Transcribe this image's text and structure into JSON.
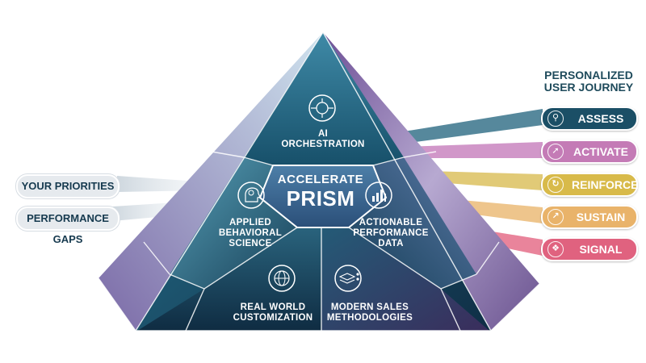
{
  "center": {
    "line1": "ACCELERATE",
    "line2": "PRISM"
  },
  "segments": {
    "top": "AI\nORCHESTRATION",
    "left": "APPLIED\nBEHAVIORAL\nSCIENCE",
    "right": "ACTIONABLE\nPERFORMANCE\nDATA",
    "bottom_left": "REAL WORLD\nCUSTOMIZATION",
    "bottom_right": "MODERN SALES\nMETHODOLOGIES"
  },
  "inputs": [
    "YOUR PRIORITIES",
    "PERFORMANCE GAPS"
  ],
  "journey": {
    "title_line1": "PERSONALIZED",
    "title_line2": "USER JOURNEY",
    "steps": [
      {
        "label": "ASSESS",
        "color": "#1b4f66",
        "icon": "magnifier-icon"
      },
      {
        "label": "ACTIVATE",
        "color": "#c47bb6",
        "icon": "rocket-icon"
      },
      {
        "label": "REINFORCE",
        "color": "#d8ba4a",
        "icon": "refresh-icon"
      },
      {
        "label": "SUSTAIN",
        "color": "#e9b36a",
        "icon": "growth-chart-icon"
      },
      {
        "label": "SIGNAL",
        "color": "#e0627f",
        "icon": "signal-tower-icon"
      }
    ]
  },
  "colors": {
    "pyramid_dark": "#123f55",
    "pyramid_mid": "#2b6d88",
    "pyramid_purple": "#6f4f8f",
    "text_dark": "#163a4f"
  }
}
